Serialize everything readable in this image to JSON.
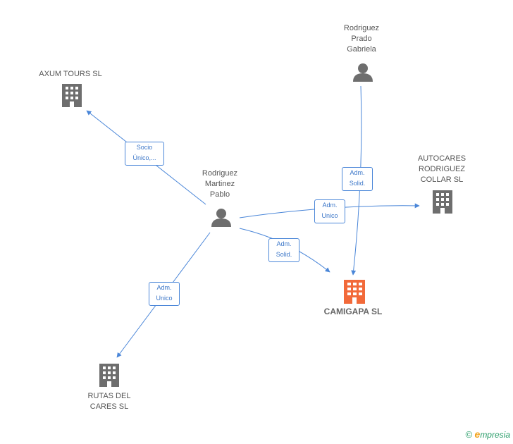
{
  "nodes": {
    "axum": {
      "label": "AXUM TOURS SL",
      "type": "company"
    },
    "prado": {
      "label": "Rodriguez\nPrado\nGabriela",
      "type": "person"
    },
    "martinez": {
      "label": "Rodriguez\nMartinez\nPablo",
      "type": "person"
    },
    "autocares": {
      "label": "AUTOCARES\nRODRIGUEZ\nCOLLAR SL",
      "type": "company"
    },
    "camigapa": {
      "label": "CAMIGAPA SL",
      "type": "company"
    },
    "rutas": {
      "label": "RUTAS DEL\nCARES SL",
      "type": "company"
    }
  },
  "edges": {
    "martinez_axum": "Socio\nÚnico,...",
    "prado_camigapa": "Adm.\nSolid.",
    "martinez_autocares": "Adm.\nUnico",
    "martinez_camigapa": "Adm.\nSolid.",
    "martinez_rutas": "Adm.\nUnico"
  },
  "watermark": {
    "copyright": "©",
    "brand_initial": "e",
    "brand_rest": "mpresia"
  },
  "colors": {
    "edge": "#4a86d8",
    "company": "#6e6e6e",
    "focus_company": "#f26a3a",
    "person": "#6e6e6e"
  }
}
